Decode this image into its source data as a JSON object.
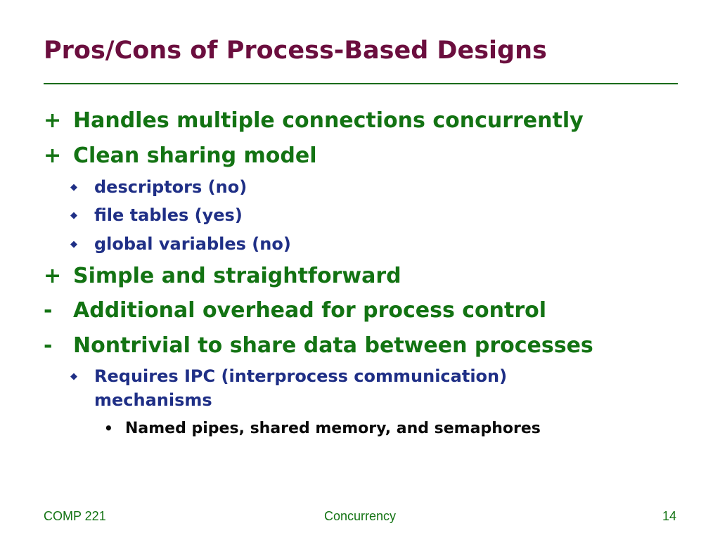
{
  "slide": {
    "title": "Pros/Cons of Process-Based Designs",
    "bullets": [
      {
        "mark": "+",
        "text": "Handles multiple connections concurrently"
      },
      {
        "mark": "+",
        "text": "Clean sharing model"
      },
      {
        "mark": "◆",
        "text": "descriptors (no)"
      },
      {
        "mark": "◆",
        "text": "file tables (yes)"
      },
      {
        "mark": "◆",
        "text": "global variables (no)"
      },
      {
        "mark": "+",
        "text": "Simple and straightforward"
      },
      {
        "mark": "-",
        "text": "Additional overhead for process control"
      },
      {
        "mark": "-",
        "text": "Nontrivial to share data between processes"
      },
      {
        "mark": "◆",
        "text": "Requires IPC (interprocess communication) mechanisms"
      },
      {
        "mark": "•",
        "text": "Named pipes, shared memory, and semaphores"
      }
    ]
  },
  "footer": {
    "course": "COMP 221",
    "topic": "Concurrency",
    "page": "14"
  },
  "colors": {
    "title": "#6b0e3e",
    "level1": "#137313",
    "level2": "#1f2f86",
    "level3": "#0a0a0a",
    "rule": "#1a6b1a"
  }
}
